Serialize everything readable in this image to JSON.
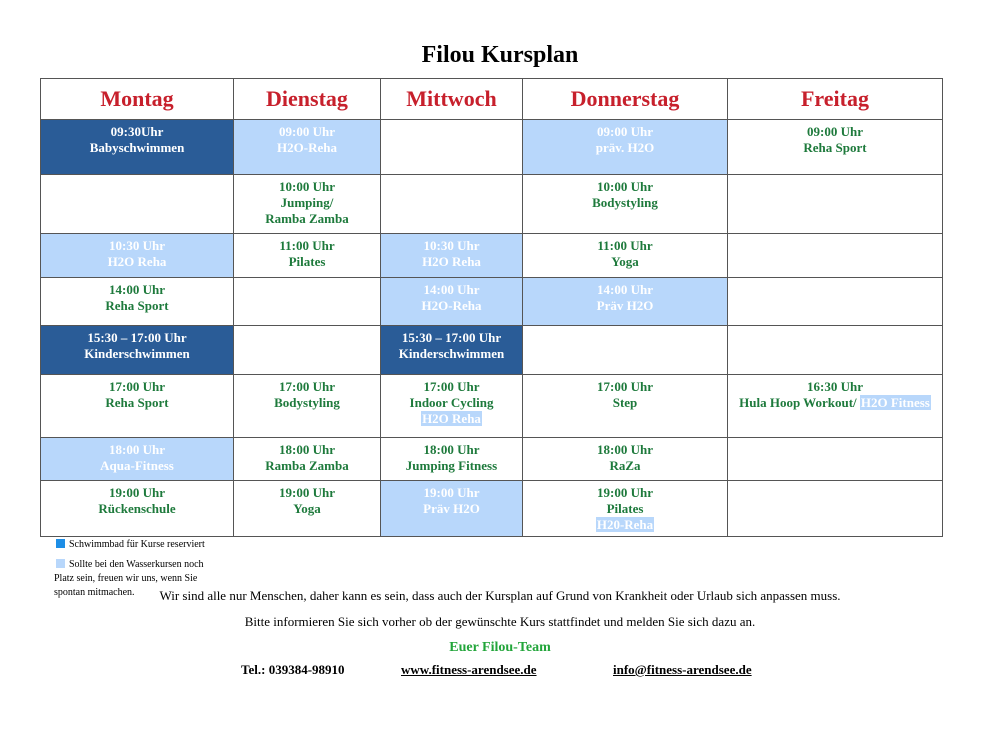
{
  "title": "Filou Kursplan",
  "days": [
    "Montag",
    "Dienstag",
    "Mittwoch",
    "Donnerstag",
    "Freitag"
  ],
  "rows": [
    [
      {
        "style": "dark",
        "time": "09:30Uhr",
        "course": "Babyschwimmen"
      },
      {
        "style": "light",
        "time": "09:00 Uhr",
        "course": "H2O-Reha"
      },
      {
        "style": "blank"
      },
      {
        "style": "light",
        "time": "09:00 Uhr",
        "course": "präv. H2O"
      },
      {
        "style": "blank",
        "time": "09:00 Uhr",
        "course": "Reha Sport"
      }
    ],
    [
      {
        "style": "blank"
      },
      {
        "style": "blank",
        "time": "10:00 Uhr",
        "course": "Jumping/",
        "course2": "Ramba Zamba"
      },
      {
        "style": "blank"
      },
      {
        "style": "blank",
        "time": "10:00 Uhr",
        "course": "Bodystyling"
      },
      {
        "style": "blank"
      }
    ],
    [
      {
        "style": "light",
        "time": "10:30 Uhr",
        "course": "H2O Reha"
      },
      {
        "style": "blank",
        "time": "11:00 Uhr",
        "course": "Pilates"
      },
      {
        "style": "light",
        "time": "10:30 Uhr",
        "course": "H2O Reha"
      },
      {
        "style": "blank",
        "time": "11:00 Uhr",
        "course": "Yoga"
      },
      {
        "style": "blank"
      }
    ],
    [
      {
        "style": "blank",
        "time": "14:00 Uhr",
        "course": "Reha Sport"
      },
      {
        "style": "blank"
      },
      {
        "style": "light",
        "time": "14:00 Uhr",
        "course": "H2O-Reha"
      },
      {
        "style": "light",
        "time": "14:00 Uhr",
        "course": "Präv H2O"
      },
      {
        "style": "blank"
      }
    ],
    [
      {
        "style": "dark",
        "time": "15:30 – 17:00 Uhr",
        "course": "Kinderschwimmen"
      },
      {
        "style": "blank"
      },
      {
        "style": "dark",
        "time": "15:30 – 17:00 Uhr",
        "course": "Kinderschwimmen"
      },
      {
        "style": "blank"
      },
      {
        "style": "blank"
      }
    ],
    [
      {
        "style": "blank",
        "time": "17:00 Uhr",
        "course": "Reha Sport"
      },
      {
        "style": "blank",
        "time": "17:00 Uhr",
        "course": "Bodystyling"
      },
      {
        "style": "blank",
        "time": "17:00 Uhr",
        "course": "Indoor Cycling",
        "extra": "H2O Reha"
      },
      {
        "style": "blank",
        "time": "17:00 Uhr",
        "course": "Step"
      },
      {
        "style": "blank",
        "time": "16:30 Uhr",
        "course": "Hula Hoop Workout/",
        "inline_extra": "H2O Fitness"
      }
    ],
    [
      {
        "style": "light",
        "time": "18:00 Uhr",
        "course": "Aqua-Fitness"
      },
      {
        "style": "blank",
        "time": "18:00 Uhr",
        "course": "Ramba Zamba"
      },
      {
        "style": "blank",
        "time": "18:00 Uhr",
        "course": "Jumping Fitness"
      },
      {
        "style": "blank",
        "time": "18:00 Uhr",
        "course": "RaZa"
      },
      {
        "style": "blank"
      }
    ],
    [
      {
        "style": "blank",
        "time": "19:00 Uhr",
        "course": "Rückenschule"
      },
      {
        "style": "blank",
        "time": "19:00 Uhr",
        "course": "Yoga"
      },
      {
        "style": "light",
        "time": "19:00 Uhr",
        "course": "Präv H2O"
      },
      {
        "style": "blank",
        "time": "19:00 Uhr",
        "course": "Pilates",
        "extra": "H20-Reha"
      },
      {
        "style": "blank"
      }
    ]
  ],
  "legend": {
    "item1": "Schwimmbad für Kurse reserviert",
    "item1_color": "#1e8ee6",
    "item2": "Sollte bei den Wasserkursen noch",
    "item2_color": "#b8d7fb",
    "item2_line2": "Platz sein, freuen wir uns, wenn Sie",
    "item2_line3": "spontan mitmachen."
  },
  "notes": {
    "line1": "Wir sind alle nur Menschen, daher kann es sein, dass auch der Kursplan auf Grund von Krankheit oder Urlaub sich anpassen muss.",
    "line2": "Bitte informieren Sie sich vorher ob der gewünschte Kurs stattfindet und melden Sie sich dazu an.",
    "team": "Euer Filou-Team"
  },
  "contact": {
    "phone": "Tel.: 039384-98910",
    "web": "www.fitness-arendsee.de",
    "email": "info@fitness-arendsee.de"
  }
}
